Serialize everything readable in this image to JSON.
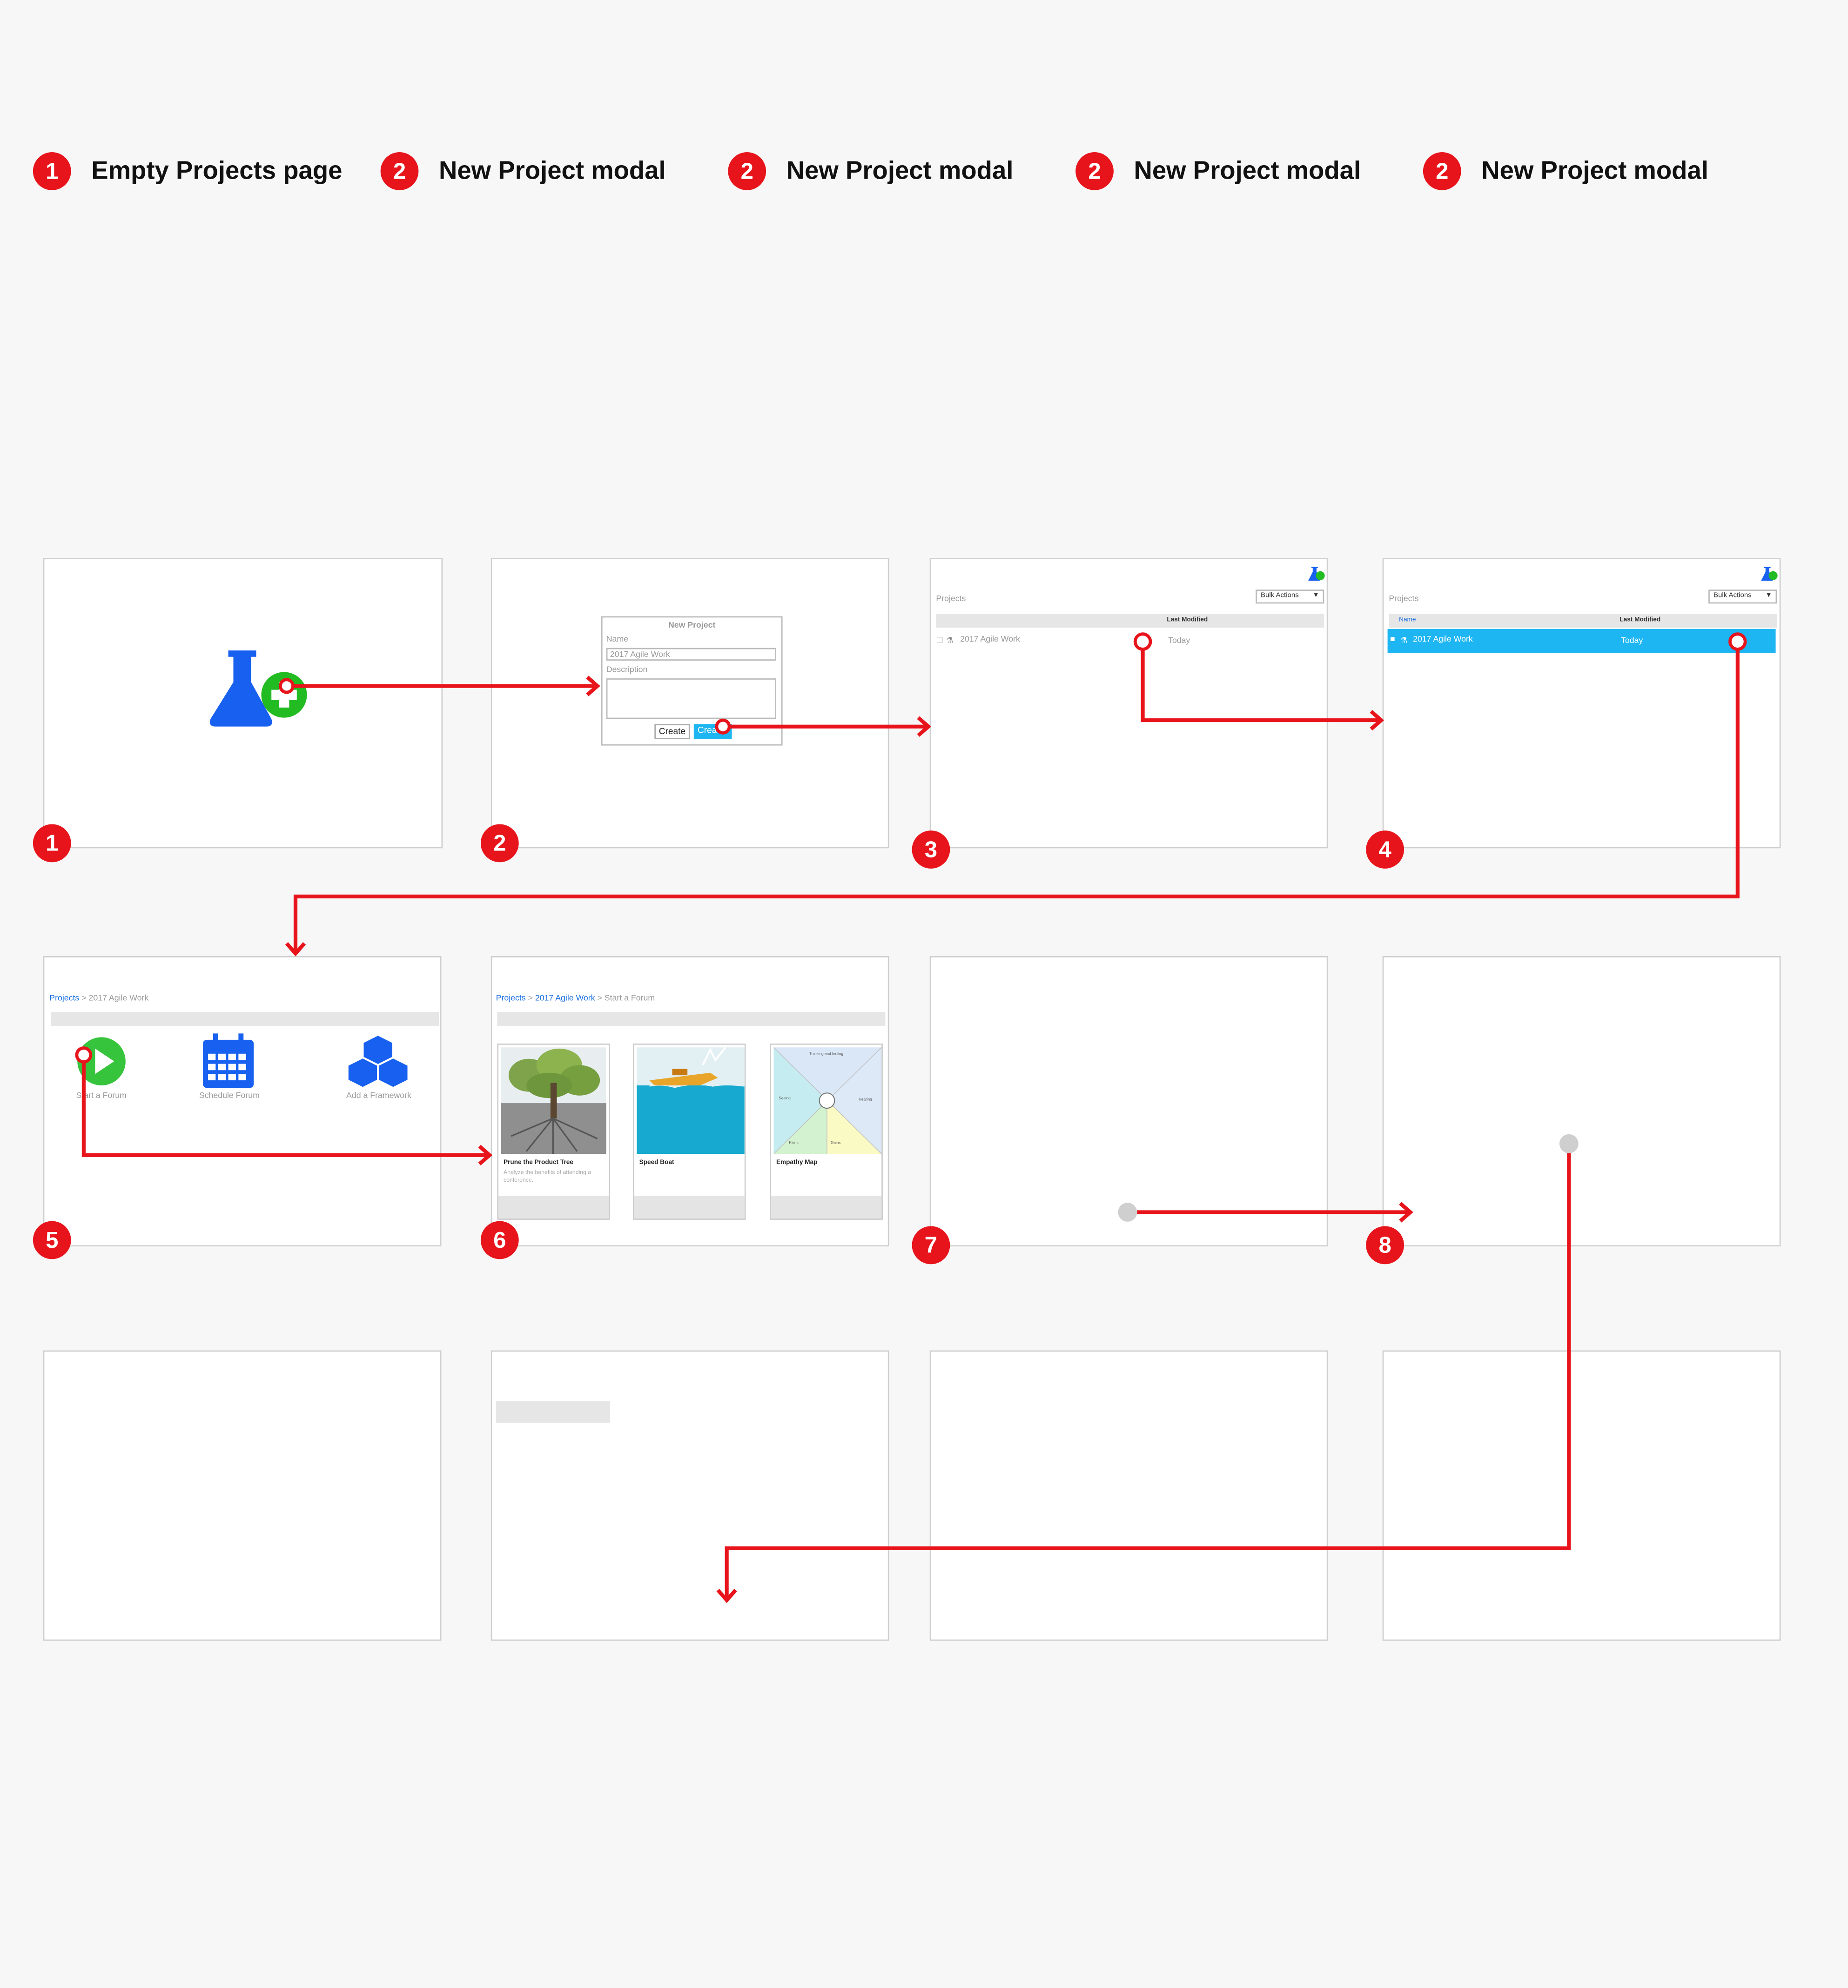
{
  "legend": [
    {
      "num": "1",
      "label": "Empty Projects page"
    },
    {
      "num": "2",
      "label": "New Project modal"
    },
    {
      "num": "2",
      "label": "New Project modal"
    },
    {
      "num": "2",
      "label": "New Project modal"
    },
    {
      "num": "2",
      "label": "New Project modal"
    }
  ],
  "steps": [
    "1",
    "2",
    "3",
    "4",
    "5",
    "6",
    "7",
    "8"
  ],
  "modal": {
    "title": "New Project",
    "name_label": "Name",
    "name_value": "2017 Agile Work",
    "description_label": "Description",
    "create_label": "Create",
    "create_primary_label": "Crea"
  },
  "projects": {
    "heading": "Projects",
    "bulk_actions": "Bulk Actions",
    "col_name": "Name",
    "col_modified": "Last Modified",
    "row_name": "2017 Agile Work",
    "row_modified": "Today"
  },
  "project_home": {
    "crumb_root": "Projects",
    "crumb_sep": ">",
    "crumb_current": "2017 Agile Work",
    "actions": [
      "Start a Forum",
      "Schedule Forum",
      "Add a Framework"
    ]
  },
  "forum_select": {
    "crumb_root": "Projects",
    "crumb_sep1": ">",
    "crumb_project": "2017 Agile Work",
    "crumb_sep2": ">",
    "crumb_current": "Start a Forum",
    "cards": [
      {
        "title": "Prune the Product Tree",
        "subtitle": "Analyze the benefits of attending a conference."
      },
      {
        "title": "Speed Boat",
        "subtitle": ""
      },
      {
        "title": "Empathy Map",
        "subtitle": ""
      }
    ],
    "empathy_labels": {
      "top": "Thinking and feeling",
      "left": "Seeing",
      "right": "Hearing",
      "bottom_left": "Pains",
      "bottom_right": "Gains"
    }
  },
  "colors": {
    "accent_red": "#e8141b",
    "primary_blue": "#1a6fe0",
    "selection_blue": "#1eb6f2",
    "add_green": "#22bb22"
  }
}
